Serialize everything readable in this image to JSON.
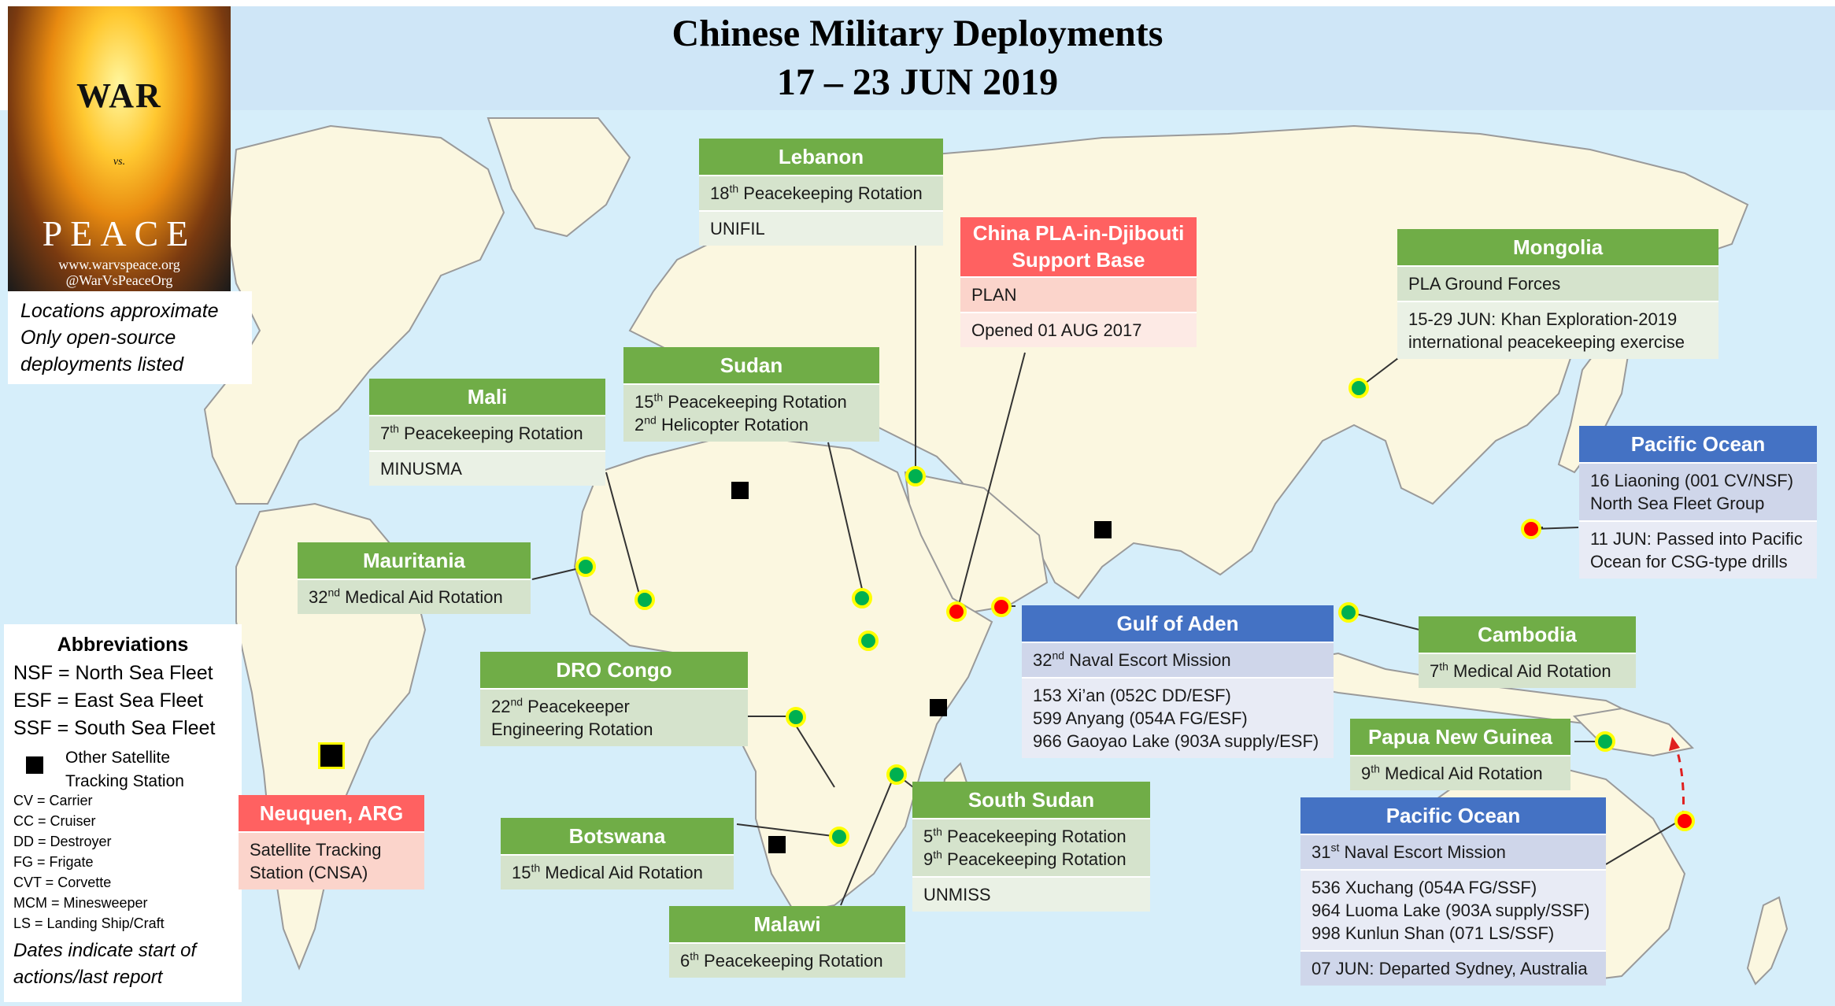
{
  "title": {
    "line1": "Chinese Military Deployments",
    "line2": "17 – 23 JUN 2019"
  },
  "logo": {
    "war": "WAR",
    "vs": "vs.",
    "peace": "PEACE",
    "site": "www.warvspeace.org",
    "handle": "@WarVsPeaceOrg"
  },
  "notes": {
    "line1": "Locations approximate",
    "line2": "Only open-source",
    "line3": "deployments listed"
  },
  "abbreviations": {
    "heading": "Abbreviations",
    "nsf": "NSF = North Sea Fleet",
    "esf": "ESF = East Sea Fleet",
    "ssf": "SSF = South Sea Fleet",
    "station_1": "Other Satellite",
    "station_2": "Tracking Station",
    "cv": "CV = Carrier",
    "cc": "CC = Cruiser",
    "dd": "DD = Destroyer",
    "fg": "FG = Frigate",
    "cvt": "CVT = Corvette",
    "mcm": "MCM = Minesweeper",
    "ls": "LS = Landing Ship/Craft",
    "dates_1": "Dates indicate start of",
    "dates_2": "actions/last report"
  },
  "cards": {
    "lebanon": {
      "title": "Lebanon",
      "r1_num": "18",
      "r1_sup": "th",
      "r1_text": " Peacekeeping Rotation",
      "r2": "UNIFIL"
    },
    "djibouti": {
      "title_1": "China PLA-in-Djibouti",
      "title_2": "Support Base",
      "r1": "PLAN",
      "r2": "Opened 01 AUG 2017"
    },
    "mongolia": {
      "title": "Mongolia",
      "r1": "PLA Ground Forces",
      "r2_1": "15-29 JUN: Khan Exploration-2019",
      "r2_2": "international peacekeeping exercise"
    },
    "sudan": {
      "title": "Sudan",
      "r1_num": "15",
      "r1_sup": "th",
      "r1_text": " Peacekeeping Rotation",
      "r2_num": "2",
      "r2_sup": "nd",
      "r2_text": " Helicopter Rotation"
    },
    "mali": {
      "title": "Mali",
      "r1_num": "7",
      "r1_sup": "th",
      "r1_text": " Peacekeeping Rotation",
      "r2": "MINUSMA"
    },
    "pacific_north": {
      "title": "Pacific Ocean",
      "r1_1": "16 Liaoning (001 CV/NSF)",
      "r1_2": "North Sea Fleet Group",
      "r2_1": "11 JUN: Passed into Pacific",
      "r2_2": "Ocean for CSG-type drills"
    },
    "mauritania": {
      "title": "Mauritania",
      "r1_num": "32",
      "r1_sup": "nd",
      "r1_text": " Medical Aid Rotation"
    },
    "gulf_aden": {
      "title": "Gulf of Aden",
      "r1_num": "32",
      "r1_sup": "nd",
      "r1_text": " Naval Escort Mission",
      "r2_1": "153 Xi’an (052C DD/ESF)",
      "r2_2": "599 Anyang (054A FG/ESF)",
      "r2_3": "966 Gaoyao Lake (903A supply/ESF)"
    },
    "cambodia": {
      "title": "Cambodia",
      "r1_num": "7",
      "r1_sup": "th",
      "r1_text": " Medical Aid Rotation"
    },
    "dro_congo": {
      "title": "DRO Congo",
      "r1_num": "22",
      "r1_sup": "nd",
      "r1_text": " Peacekeeper",
      "r1_2": "Engineering Rotation"
    },
    "png": {
      "title": "Papua New Guinea",
      "r1_num": "9",
      "r1_sup": "th",
      "r1_text": " Medical Aid Rotation"
    },
    "neuquen": {
      "title": "Neuquen, ARG",
      "r1_1": "Satellite Tracking",
      "r1_2": "Station (CNSA)"
    },
    "south_sudan": {
      "title": "South Sudan",
      "r1_num": "5",
      "r1_sup": "th",
      "r1_text": " Peacekeeping Rotation",
      "r1b_num": "9",
      "r1b_sup": "th",
      "r1b_text": " Peacekeeping Rotation",
      "r2": "UNMISS"
    },
    "pacific_south": {
      "title": "Pacific Ocean",
      "r1_num": "31",
      "r1_sup": "st",
      "r1_text": " Naval Escort Mission",
      "r2_1": "536 Xuchang (054A FG/SSF)",
      "r2_2": "964 Luoma Lake (903A supply/SSF)",
      "r2_3": "998 Kunlun Shan (071 LS/SSF)",
      "r3": "07 JUN: Departed Sydney, Australia"
    },
    "botswana": {
      "title": "Botswana",
      "r1_num": "15",
      "r1_sup": "th",
      "r1_text": " Medical Aid Rotation"
    },
    "malawi": {
      "title": "Malawi",
      "r1_num": "6",
      "r1_sup": "th",
      "r1_text": " Peacekeeping Rotation"
    }
  },
  "colors": {
    "ocean": "#d6eefa",
    "land": "#fbf7e0",
    "green": "#70ad47",
    "blue": "#4472c4",
    "red": "#ff6161",
    "marker_ring": "#ffff00"
  },
  "markers": [
    {
      "id": "lebanon",
      "color": "#00b050",
      "ring": "#ffff00"
    },
    {
      "id": "djibouti",
      "color": "#ff0000",
      "ring": "#ffff00"
    },
    {
      "id": "gulf_aden",
      "color": "#ff0000",
      "ring": "#ffff00"
    },
    {
      "id": "mongolia",
      "color": "#00b050",
      "ring": "#ffff00"
    },
    {
      "id": "pacific_north",
      "color": "#ff0000",
      "ring": "#ffff00"
    },
    {
      "id": "sudan",
      "color": "#00b050",
      "ring": "#ffff00"
    },
    {
      "id": "mali",
      "color": "#00b050",
      "ring": "#ffff00"
    },
    {
      "id": "mauritania",
      "color": "#00b050",
      "ring": "#ffff00"
    },
    {
      "id": "cambodia",
      "color": "#00b050",
      "ring": "#ffff00"
    },
    {
      "id": "south_sudan",
      "color": "#00b050",
      "ring": "#ffff00"
    },
    {
      "id": "dro_congo",
      "color": "#00b050",
      "ring": "#ffff00"
    },
    {
      "id": "malawi",
      "color": "#00b050",
      "ring": "#ffff00"
    },
    {
      "id": "botswana",
      "color": "#00b050",
      "ring": "#ffff00"
    },
    {
      "id": "png",
      "color": "#00b050",
      "ring": "#ffff00"
    },
    {
      "id": "pacific_south",
      "color": "#ff0000",
      "ring": "#ffff00"
    }
  ]
}
